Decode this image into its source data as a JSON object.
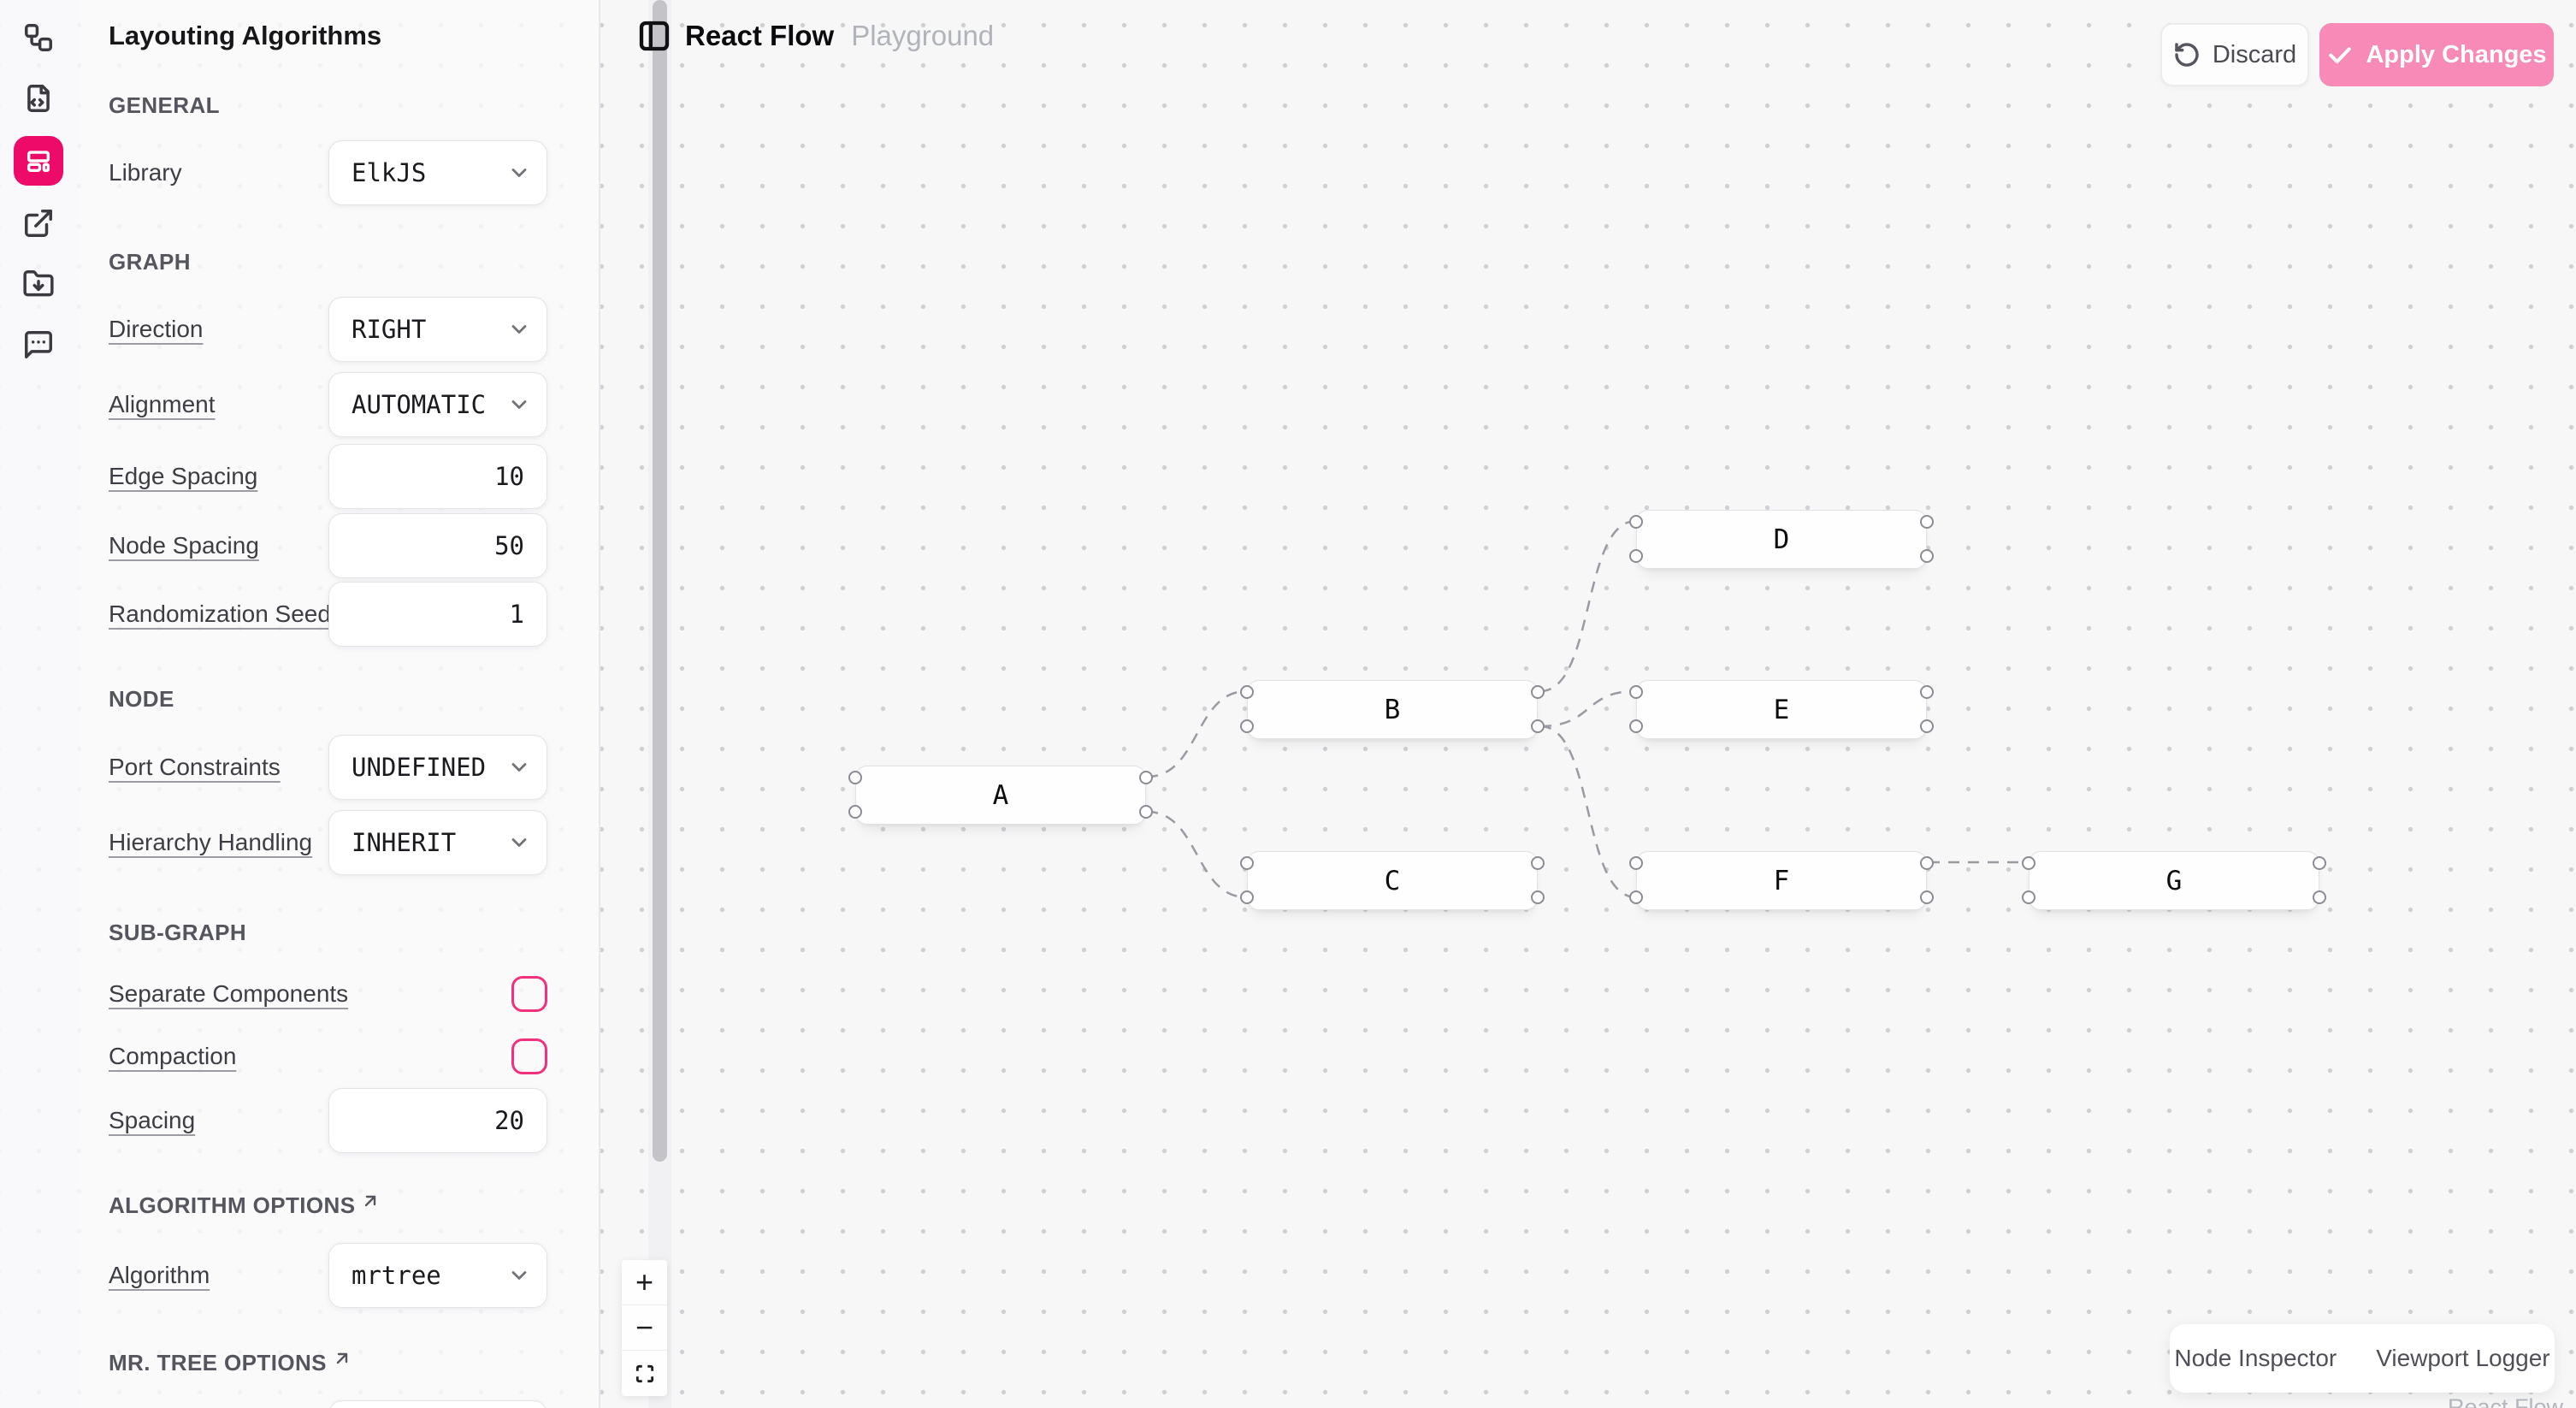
{
  "sidebar": {
    "icons": [
      {
        "name": "workflow-icon",
        "active": false
      },
      {
        "name": "file-code-icon",
        "active": false
      },
      {
        "name": "layout-template-icon",
        "active": true
      },
      {
        "name": "external-link-icon",
        "active": false
      },
      {
        "name": "folder-down-icon",
        "active": false
      },
      {
        "name": "message-more-icon",
        "active": false
      }
    ],
    "active_color": "#ee0a69"
  },
  "panel": {
    "title": "Layouting Algorithms",
    "sections": [
      {
        "heading": "GENERAL",
        "external_link": false,
        "rows": [
          {
            "label": "Library",
            "type": "select",
            "value": "ElkJS"
          }
        ]
      },
      {
        "heading": "GRAPH",
        "external_link": false,
        "rows": [
          {
            "label": "Direction",
            "type": "select",
            "value": "RIGHT"
          },
          {
            "label": "Alignment",
            "type": "select",
            "value": "AUTOMATIC"
          },
          {
            "label": "Edge Spacing",
            "type": "number",
            "value": "10"
          },
          {
            "label": "Node Spacing",
            "type": "number",
            "value": "50"
          },
          {
            "label": "Randomization Seed",
            "type": "number",
            "value": "1"
          }
        ]
      },
      {
        "heading": "NODE",
        "external_link": false,
        "rows": [
          {
            "label": "Port Constraints",
            "type": "select",
            "value": "UNDEFINED"
          },
          {
            "label": "Hierarchy Handling",
            "type": "select",
            "value": "INHERIT"
          }
        ]
      },
      {
        "heading": "SUB-GRAPH",
        "external_link": false,
        "rows": [
          {
            "label": "Separate Components",
            "type": "checkbox",
            "checked": false
          },
          {
            "label": "Compaction",
            "type": "checkbox",
            "checked": false
          },
          {
            "label": "Spacing",
            "type": "number",
            "value": "20"
          }
        ]
      },
      {
        "heading": "ALGORITHM OPTIONS",
        "external_link": true,
        "rows": [
          {
            "label": "Algorithm",
            "type": "select",
            "value": "mrtree"
          }
        ]
      },
      {
        "heading": "MR. TREE OPTIONS",
        "external_link": true,
        "rows": []
      }
    ],
    "checkbox_accent": "#f2317c"
  },
  "header": {
    "title": "React Flow",
    "subtitle": "Playground"
  },
  "actions": {
    "discard": "Discard",
    "apply": "Apply Changes",
    "apply_color": "#f78ab6"
  },
  "canvas": {
    "nodes": [
      {
        "id": "A",
        "label": "A"
      },
      {
        "id": "B",
        "label": "B"
      },
      {
        "id": "C",
        "label": "C"
      },
      {
        "id": "D",
        "label": "D"
      },
      {
        "id": "E",
        "label": "E"
      },
      {
        "id": "F",
        "label": "F"
      },
      {
        "id": "G",
        "label": "G"
      }
    ],
    "edges": [
      {
        "source": "A",
        "source_handle": "top",
        "target": "B",
        "target_handle": "top"
      },
      {
        "source": "A",
        "source_handle": "bottom",
        "target": "C",
        "target_handle": "bottom"
      },
      {
        "source": "B",
        "source_handle": "top",
        "target": "D",
        "target_handle": "top"
      },
      {
        "source": "B",
        "source_handle": "bottom",
        "target": "E",
        "target_handle": "top"
      },
      {
        "source": "B",
        "source_handle": "bottom",
        "target": "F",
        "target_handle": "bottom"
      },
      {
        "source": "F",
        "source_handle": "top",
        "target": "G",
        "target_handle": "top"
      }
    ],
    "edge_style": "dashed"
  },
  "zoom_controls": {
    "zoom_in": "+",
    "zoom_out": "−",
    "fit_view": "fit-view"
  },
  "devtools": {
    "node_inspector": "Node Inspector",
    "viewport_logger": "Viewport Logger"
  },
  "attribution": "React Flow"
}
